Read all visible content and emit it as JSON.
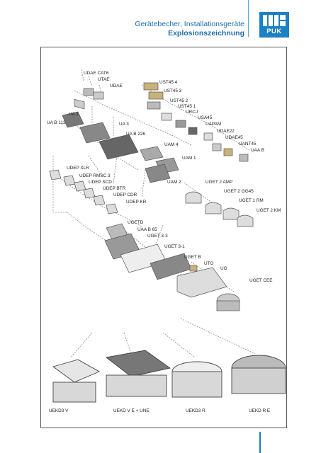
{
  "header": {
    "title_line1": "Gerätebecher, Installationsgeräte",
    "title_line2": "Explosionszeichnung",
    "logo_text": "PUK"
  },
  "colors": {
    "accent": "#1b80c4",
    "title": "#1f6fae",
    "frame": "#555555"
  },
  "labels": {
    "udae_cat6": "UDAE CAT6",
    "utae": "UTAE",
    "udae": "UDAE",
    "ust45_4": "UST45 4",
    "ust45_3": "UST45 3",
    "ust45_2": "UST45 2",
    "ust45_1": "UST45 1",
    "urcj": "URCJ",
    "usa45": "USA45",
    "uapam": "UAPAM",
    "udae22": "UDAE22",
    "udae45": "UDAE45",
    "uant45": "UANT45",
    "uaa_b": "UAA B",
    "ua_1": "UA 1",
    "ua_b_113": "UA B 113",
    "ua_3": "UA 3",
    "ua_b_226": "UA B 226",
    "uam_4": "UAM 4",
    "uam_1": "UAM 1",
    "uam_2": "UAM 2",
    "udep_xlr": "UDEP XLR",
    "udep_rmsc_3": "UDEP RMSC 3",
    "udep_scd": "UDEP SCD",
    "udep_btr": "UDEP BTR",
    "udep_cdr": "UDEP CDR",
    "udep_kr": "UDEP KR",
    "uget_2_amp": "UGET 2 AMP",
    "uget_2_gg45": "UGET 2 GG45",
    "uget_1_rm": "UGET 1 RM",
    "uget_2_km": "UGET 2 KM",
    "ugetd": "UGETD",
    "uaa_b_65": "UAA B 65",
    "uget_3_3": "UGET 3-3",
    "uget_3_1": "UGET 3-1",
    "uget_b": "UGET B",
    "utg": "UTG",
    "ug": "UG",
    "uget_cee": "UGET CEE",
    "uekd3_v": "UEKD3 V",
    "uekd_v_e_une": "UEKD V E + UNE",
    "uekd3_r": "UEKD3 R",
    "uekd_r_e": "UEKD R E"
  }
}
